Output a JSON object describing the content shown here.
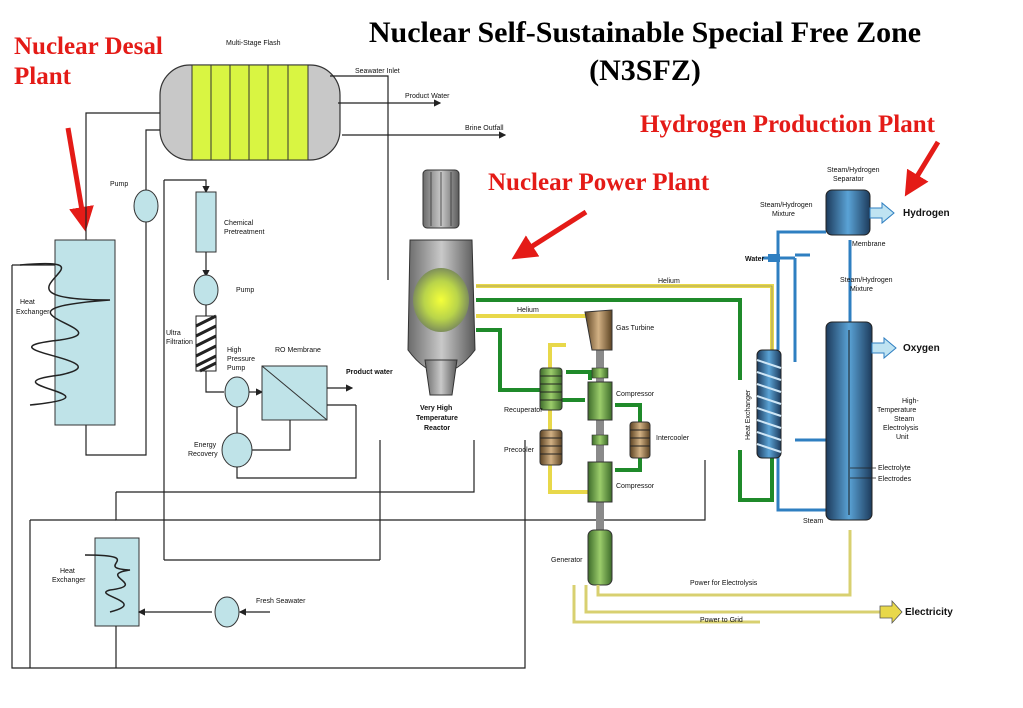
{
  "title_line1": "Nuclear Self-Sustainable Special Free Zone",
  "title_line2": "(N3SFZ)",
  "callouts": {
    "desal": [
      "Nuclear Desal",
      "Plant"
    ],
    "power": "Nuclear Power Plant",
    "hydrogen": "Hydrogen Production Plant"
  },
  "desal_labels": {
    "msf": "Multi-Stage Flash",
    "seawater_inlet": "Seawater Inlet",
    "product_water_top": "Product Water",
    "brine_outfall": "Brine Outfall",
    "pump1": "Pump",
    "heat_exchanger1": [
      "Heat",
      "Exchanger"
    ],
    "chem": [
      "Chemical",
      "Pretreatment"
    ],
    "pump2": "Pump",
    "ultra": [
      "Ultra",
      "Filtration"
    ],
    "hpp": [
      "High",
      "Pressure",
      "Pump"
    ],
    "ro": "RO Membrane",
    "product_water_ro": "Product water",
    "energy": [
      "Energy",
      "Recovery"
    ],
    "heat_exchanger2": [
      "Heat",
      "Exchanger"
    ],
    "fresh_seawater": "Fresh Seawater"
  },
  "power_labels": {
    "vhtr": [
      "Very High",
      "Temperature",
      "Reactor"
    ],
    "helium1": "Helium",
    "helium2": "Helium",
    "gas_turbine": "Gas Turbine",
    "compressor1": "Compressor",
    "compressor2": "Compressor",
    "recuperator": "Recuperator",
    "precooler": "Precooler",
    "intercooler": "Intercooler",
    "generator": "Generator",
    "power_electrolysis": "Power for Electrolysis",
    "power_grid": "Power to Grid",
    "electricity": "Electricity"
  },
  "hydrogen_labels": {
    "separator": [
      "Steam/Hydrogen",
      "Separator"
    ],
    "mixture1": [
      "Steam/Hydrogen",
      "Mixture"
    ],
    "hydrogen": "Hydrogen",
    "membrane": "Membrane",
    "water": "Water",
    "mixture2": [
      "Steam/Hydrogen",
      "Mixture"
    ],
    "oxygen": "Oxygen",
    "hx": "Heat Exchanger",
    "unit": [
      "High-",
      "Temperature",
      "Steam",
      "Electrolysis",
      "Unit"
    ],
    "electrolyte": "Electrolyte",
    "electrodes": "Electrodes",
    "steam": "Steam"
  },
  "colors": {
    "callout_red": "#e41b17",
    "msf_green": "#d9f542",
    "pipe_green": "#1f8a2a",
    "pipe_yellow": "#e8d84a",
    "pipe_blue": "#2f7fc1"
  }
}
